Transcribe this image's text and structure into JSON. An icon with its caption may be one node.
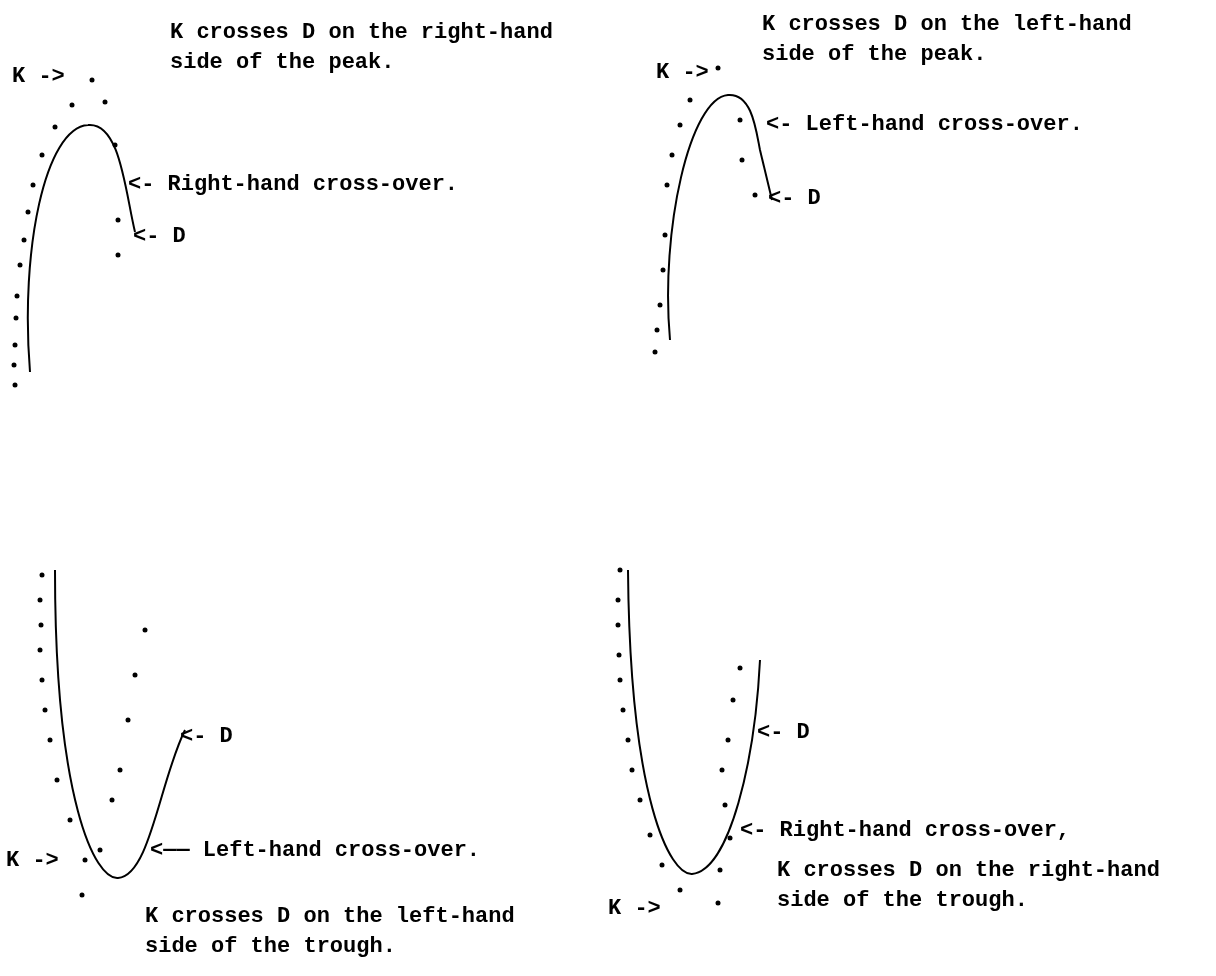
{
  "diagram": {
    "labels": [
      "K crosses D on the right-hand side of the peak.",
      "K ->",
      "<- Right-hand cross-over.",
      "<- D",
      "K crosses D on the left-hand side of the peak.",
      "K ->",
      "<- Left-hand cross-over.",
      "<- D",
      "<- D",
      "K ->",
      "<—— Left-hand cross-over.",
      "K crosses D on the left-hand side of the trough.",
      "<- D",
      "<- Right-hand cross-over,",
      "K crosses D on the right-hand side of the trough.",
      "K ->"
    ]
  }
}
